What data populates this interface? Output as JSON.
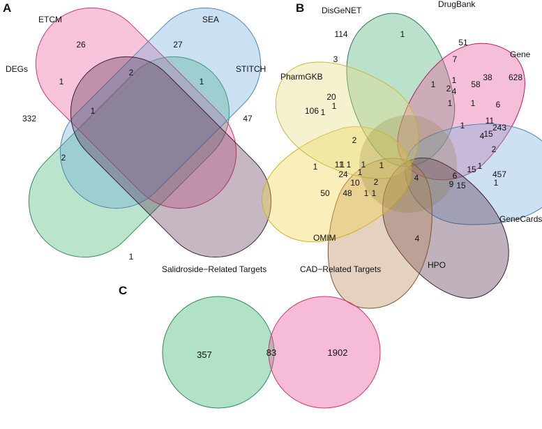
{
  "panels": {
    "a": {
      "letter": "A",
      "sets": {
        "degs": {
          "label": "DEGs",
          "color": "#3cb371"
        },
        "etcm": {
          "label": "ETCM",
          "color": "#e8579a"
        },
        "sea": {
          "label": "SEA",
          "color": "#6aa6d6"
        },
        "stitch": {
          "label": "STITCH",
          "color": "#5a3550"
        }
      },
      "counts": {
        "etcm_only": "26",
        "sea_only": "27",
        "degs_only": "332",
        "stitch_only": "47",
        "etcm_sea": "2",
        "degs_etcm": "1",
        "sea_stitch": "1",
        "degs_etcm_sea": "1",
        "degs_sea": "2",
        "degs_stitch": "1"
      }
    },
    "b": {
      "letter": "B",
      "sets": {
        "disgenet": {
          "label": "DisGeNET",
          "color": "#4caf7a"
        },
        "drugbank": {
          "label": "DrugBank",
          "color": "#e8579a"
        },
        "gene": {
          "label": "Gene",
          "color": "#7bb1de"
        },
        "genecards": {
          "label": "GeneCards",
          "color": "#5a3550"
        },
        "hpo": {
          "label": "HPO",
          "color": "#b8865a"
        },
        "omim": {
          "label": "OMIM",
          "color": "#f2d54a"
        },
        "pharmgkb": {
          "label": "PharmGKB",
          "color": "#e4dc83"
        }
      },
      "counts": [
        "114",
        "1",
        "51",
        "3",
        "7",
        "1",
        "38",
        "628",
        "20",
        "1",
        "1",
        "2",
        "58",
        "4",
        "1",
        "106",
        "1",
        "6",
        "1",
        "11",
        "243",
        "15",
        "1",
        "4",
        "2",
        "1",
        "2",
        "1",
        "1",
        "11",
        "1",
        "1",
        "24",
        "1",
        "1",
        "10",
        "2",
        "15",
        "457",
        "6",
        "1",
        "50",
        "48",
        "1",
        "1",
        "4",
        "9",
        "15",
        "4"
      ]
    },
    "c": {
      "letter": "C",
      "sets": {
        "salidroside": {
          "label": "Salidroside−Related Targets",
          "color": "#3cb371"
        },
        "cad": {
          "label": "CAD−Related Targets",
          "color": "#e8579a"
        }
      },
      "counts": {
        "salidroside_only": "357",
        "overlap": "83",
        "cad_only": "1902"
      }
    }
  }
}
